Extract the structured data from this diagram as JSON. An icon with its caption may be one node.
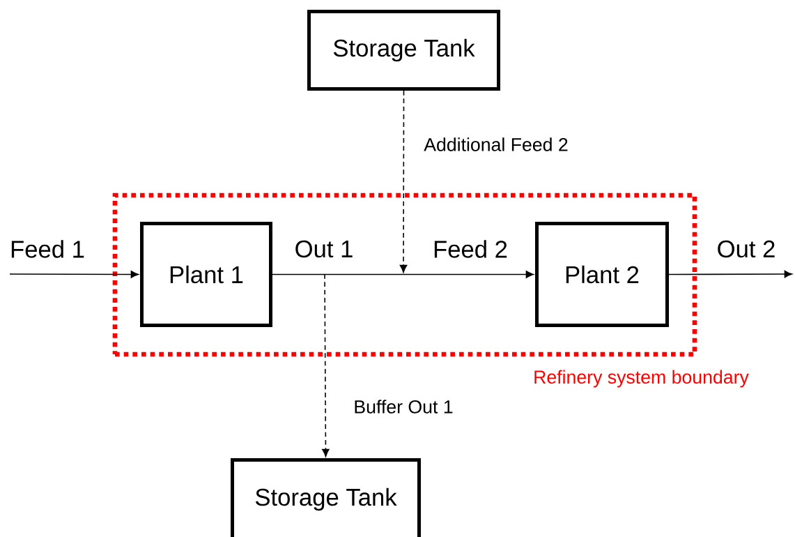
{
  "diagram": {
    "nodes": [
      {
        "text": [
          "Storage Tank"
        ]
      },
      {
        "text": [
          "Refinery system boundary"
        ]
      },
      {
        "text": [
          "Plant 1"
        ],
        "in": 1
      },
      {
        "text": [
          "Plant 2"
        ],
        "in": 1
      },
      {
        "text": [
          "Storage Tank"
        ]
      }
    ],
    "edges": [
      {
        "from": null,
        "to": 2,
        "arrow": "to",
        "label": "Feed 1"
      },
      {
        "from": 2,
        "to": 3,
        "arrow": "to",
        "label": "Feed 2"
      },
      {
        "from": 0,
        "to": null,
        "arrow": "to",
        "style": "dashed",
        "label": "Additional Feed 2"
      },
      {
        "from": null,
        "to": 4,
        "arrow": "to",
        "style": "dashed",
        "label": "Buffer Out 1"
      },
      {
        "from": 3,
        "to": null,
        "arrow": "to",
        "label": "Out 2"
      }
    ],
    "labels": [
      "Out 1"
    ]
  }
}
